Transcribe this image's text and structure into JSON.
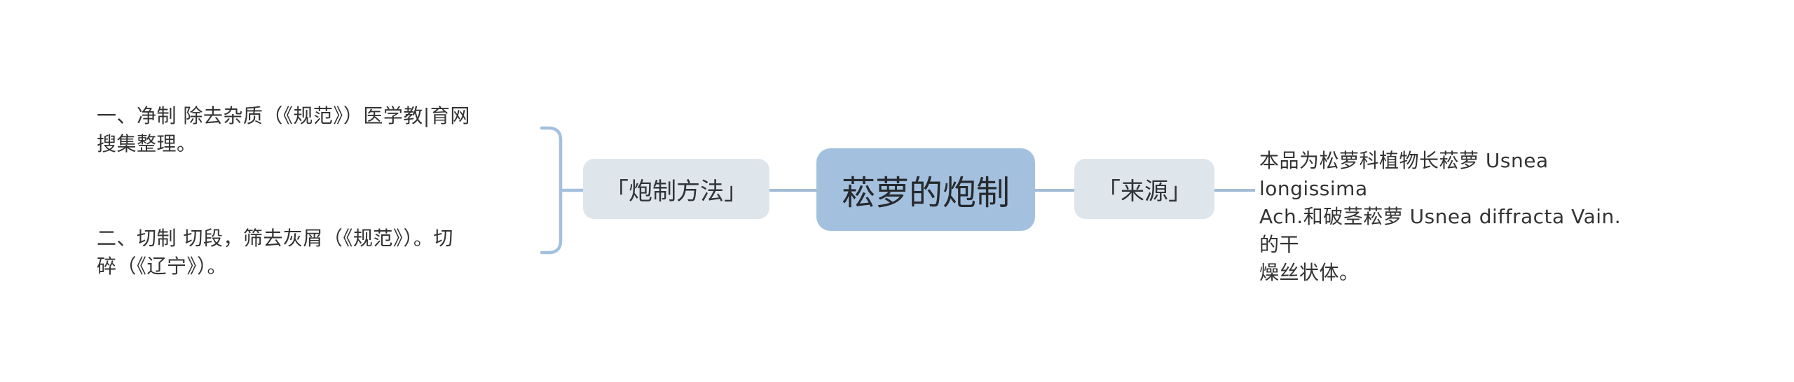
{
  "diagram": {
    "root": {
      "label": "菘萝的炮制"
    },
    "left_branch": {
      "label": "「炮制方法」",
      "items": [
        {
          "text": "一、净制 除去杂质（《规范》）医学教|育网\n搜集整理。"
        },
        {
          "text": "二、切制 切段，筛去灰屑（《规范》）。切\n碎（《辽宁》）。"
        }
      ]
    },
    "right_branch": {
      "label": "「来源」",
      "text": "本品为松萝科植物长菘萝 Usnea longissima\nAch.和破茎菘萝 Usnea diffracta Vain.的干\n燥丝状体。"
    },
    "colors": {
      "root_fill": "#a3c1de",
      "branch_fill": "#dee6ec",
      "connector_line": "#a2bcd4",
      "bracket": "#a4c0de",
      "text": "#333333"
    }
  }
}
